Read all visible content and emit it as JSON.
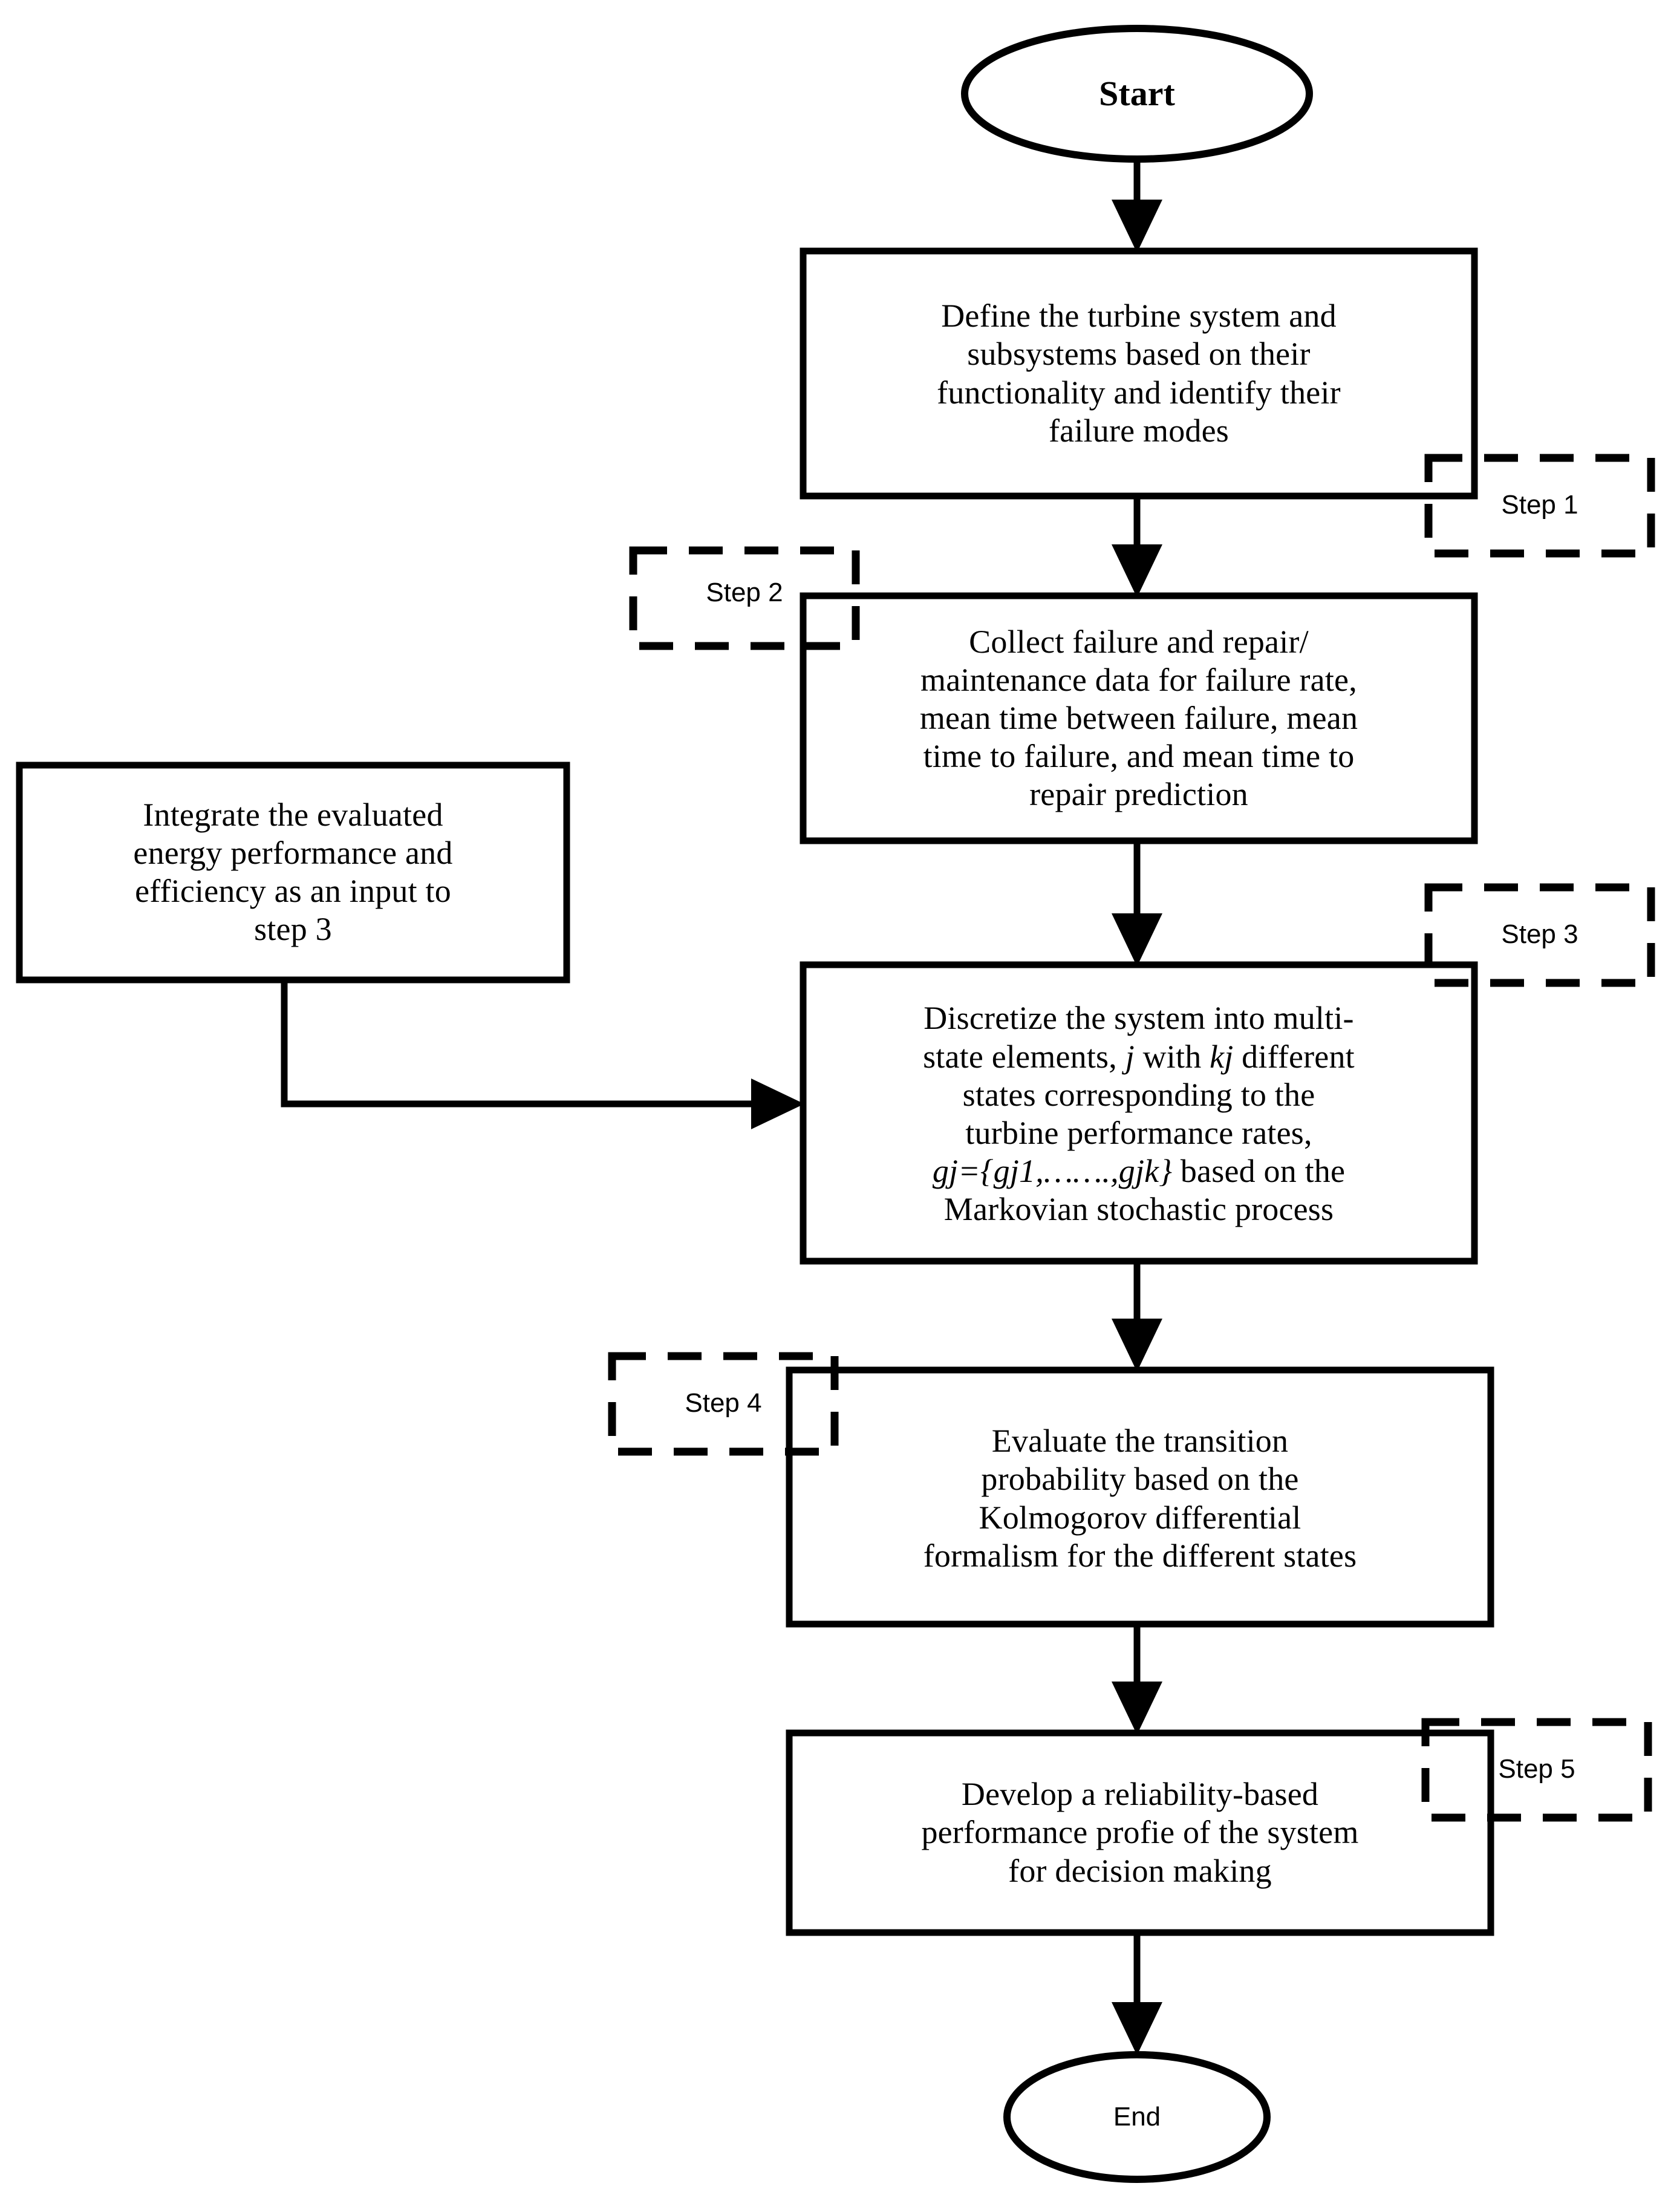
{
  "diagram": {
    "title": "Reliability-based turbine performance assessment flowchart",
    "type": "flowchart",
    "orientation": "top-to-bottom",
    "stroke_color": "#000000",
    "fill_color": "#ffffff"
  },
  "nodes": {
    "start": {
      "shape": "ellipse",
      "label": "Start"
    },
    "end": {
      "shape": "ellipse",
      "label": "End"
    },
    "box1": {
      "shape": "rectangle",
      "label": "Define the turbine system and\nsubsystems based on their\nfunctionality and identify their\nfailure modes"
    },
    "box2": {
      "shape": "rectangle",
      "label": "Collect failure and repair/\nmaintenance data for failure rate,\nmean time between failure, mean\ntime to failure, and mean time to\nrepair prediction"
    },
    "box3": {
      "shape": "rectangle",
      "line1": "Discretize the system into multi-",
      "line2_a": "state elements, ",
      "line2_i1": "j",
      "line2_b": " with ",
      "line2_i2": "kj",
      "line2_c": " different",
      "line3": "states corresponding to the",
      "line4": "turbine performance rates,",
      "line5_i": "gj={gj1,…….,gjk}",
      "line5_b": " based on the",
      "line6": "Markovian stochastic process"
    },
    "box4": {
      "shape": "rectangle",
      "label": "Evaluate the transition\nprobability based on the\nKolmogorov differential\nformalism for the different states"
    },
    "box5": {
      "shape": "rectangle",
      "label": "Develop a reliability-based\nperformance profie of the system\nfor decision making"
    },
    "side_box": {
      "shape": "rectangle",
      "label": "Integrate the evaluated\nenergy performance and\nefficiency as an input to\nstep 3"
    }
  },
  "step_labels": {
    "step1": "Step 1",
    "step2": "Step 2",
    "step3": "Step 3",
    "step4": "Step 4",
    "step5": "Step 5"
  },
  "edges": [
    {
      "from": "start",
      "to": "box1",
      "style": "solid-arrow",
      "direction": "down"
    },
    {
      "from": "box1",
      "to": "box2",
      "style": "solid-arrow",
      "direction": "down"
    },
    {
      "from": "box2",
      "to": "box3",
      "style": "solid-arrow",
      "direction": "down"
    },
    {
      "from": "box3",
      "to": "box4",
      "style": "solid-arrow",
      "direction": "down"
    },
    {
      "from": "box4",
      "to": "box5",
      "style": "solid-arrow",
      "direction": "down"
    },
    {
      "from": "box5",
      "to": "end",
      "style": "solid-arrow",
      "direction": "down"
    },
    {
      "from": "side_box",
      "to": "box3",
      "style": "solid-arrow",
      "direction": "down-then-right"
    }
  ]
}
